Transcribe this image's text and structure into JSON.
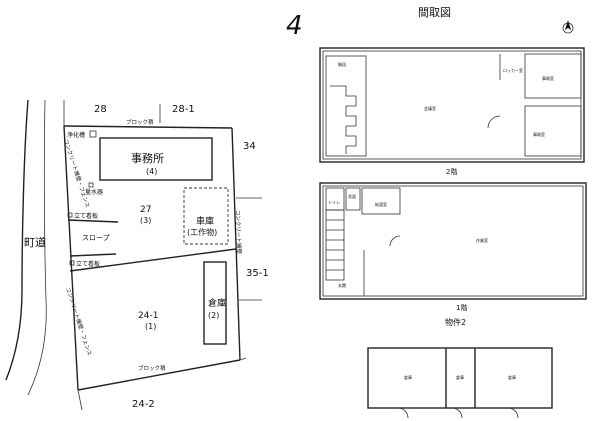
{
  "site_plan": {
    "lot_numbers": {
      "n28": "28",
      "n28_1": "28-1",
      "n34": "34",
      "n35_1": "35-1",
      "n24_2": "24-2"
    },
    "road": "町道",
    "block_fence_top": "ブロック積",
    "block_fence_bottom": "ブロック積",
    "septic_tank": "浄化槽",
    "left_wall_upper": "コンクリート擁壁・フェンス",
    "left_wall_lower": "コンクリート擁壁・フェンス",
    "right_wall": "コンクリート擁壁",
    "office": {
      "name": "事務所",
      "num": "(4)"
    },
    "water_meter": "量水器",
    "lot27": {
      "name": "27",
      "num": "(3)"
    },
    "garage": {
      "name": "車庫",
      "sub": "(工作物)"
    },
    "sign1": "立て看板",
    "slope": "スロープ",
    "sign2": "立て看板",
    "lot24_1": {
      "name": "24-1",
      "num": "(1)"
    },
    "warehouse": {
      "name": "倉庫",
      "num": "(2)"
    }
  },
  "floor_plan": {
    "title": "間取図",
    "floor2_label": "2階",
    "floor1_label": "1階",
    "building_label": "物件2",
    "floor2_rooms": {
      "stairwell": "階段",
      "main": "会議室",
      "locker": "ロッカー室",
      "room_a": "事務室",
      "room_b": "事務室"
    },
    "floor1_rooms": {
      "toilet": "トイレ",
      "washroom": "洗面",
      "kitchenette": "給湯室",
      "main": "作業室",
      "entrance": "玄関"
    },
    "annex_rooms": {
      "r1": "倉庫",
      "r2": "倉庫",
      "r3": "倉庫"
    }
  },
  "page_marks": {
    "handwritten_number": "4"
  }
}
